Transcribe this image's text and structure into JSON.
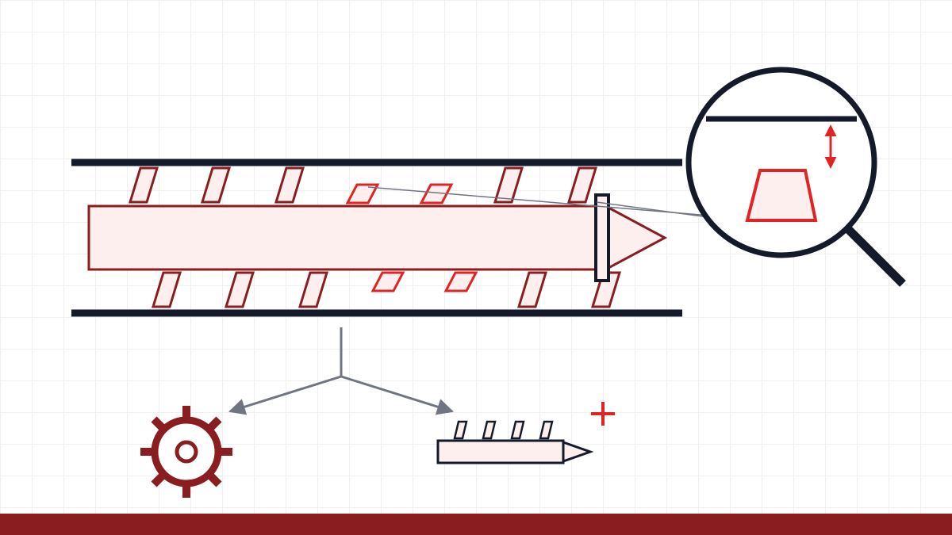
{
  "colors": {
    "background": "#ffffff",
    "grid": "#efefef",
    "dark_stroke": "#151a2a",
    "maroon": "#8a1d1f",
    "bright_red": "#e02424",
    "light_fill": "#fcefee",
    "connector_gray": "#707581",
    "footer": "#8a1d1f"
  },
  "figure": {
    "barrel": {
      "flights_top_total": 7,
      "flights_top_highlighted": 2,
      "flights_bottom_total": 7,
      "flights_bottom_highlighted": 2
    },
    "magnifier": {
      "detail": "flight-clearance",
      "shows": [
        "barrel-wall",
        "clearance-arrow",
        "flight-cross-section"
      ]
    },
    "outputs": [
      "gear-icon",
      "small-screw-icon",
      "plus-icon"
    ]
  }
}
